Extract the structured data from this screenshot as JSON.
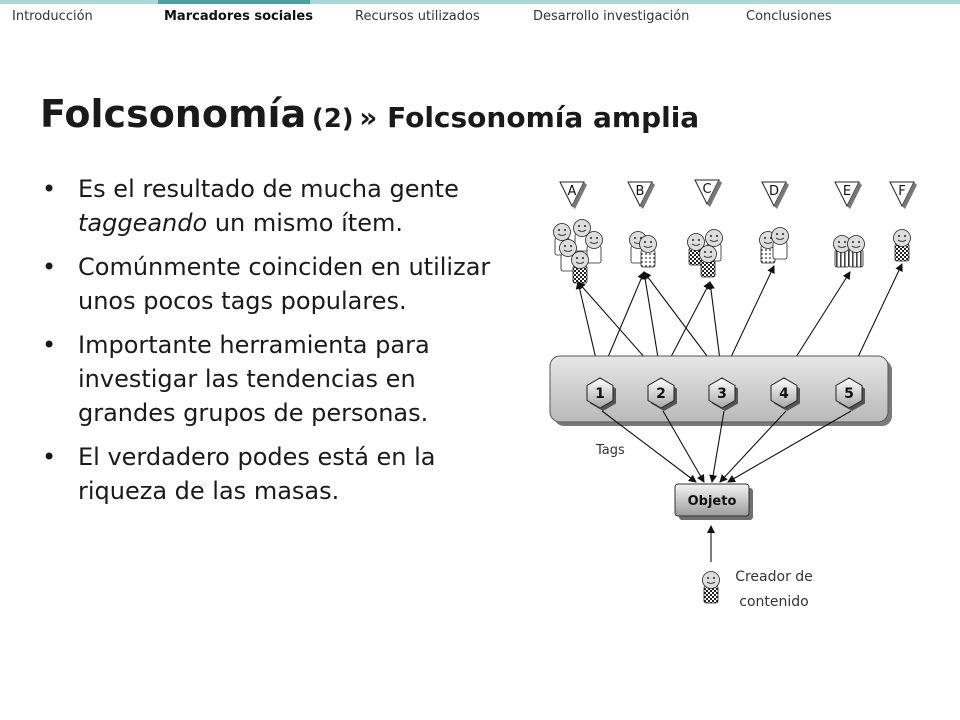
{
  "nav": {
    "items": [
      {
        "label": "Introducción"
      },
      {
        "label": "Marcadores sociales"
      },
      {
        "label": "Recursos utilizados"
      },
      {
        "label": "Desarrollo investigación"
      },
      {
        "label": "Conclusiones"
      }
    ],
    "active_index": 1
  },
  "slide": {
    "title_main": "Folcsonomía",
    "title_num": "(2)",
    "title_sub": "» Folcsonomía amplia",
    "bullets": [
      {
        "before": "Es el resultado de mucha gente ",
        "em": "taggeando",
        "after": " un mismo ítem."
      },
      {
        "before": "Comúnmente coinciden en utilizar unos pocos tags populares.",
        "em": "",
        "after": ""
      },
      {
        "before": "Importante herramienta para investigar las tendencias en grandes grupos de personas.",
        "em": "",
        "after": ""
      },
      {
        "before": "El verdadero podes está en la riqueza de las masas.",
        "em": "",
        "after": ""
      }
    ]
  },
  "diagram": {
    "users": [
      "A",
      "B",
      "C",
      "D",
      "E",
      "F"
    ],
    "tags": [
      "1",
      "2",
      "3",
      "4",
      "5"
    ],
    "tags_label": "Tags",
    "object_label": "Objeto",
    "creator_label_line1": "Creador de",
    "creator_label_line2": "contenido"
  },
  "colors": {
    "accent": "#4aa3a3",
    "accent_light": "#a8d8d8",
    "tags_band": "#c8c8c8"
  }
}
